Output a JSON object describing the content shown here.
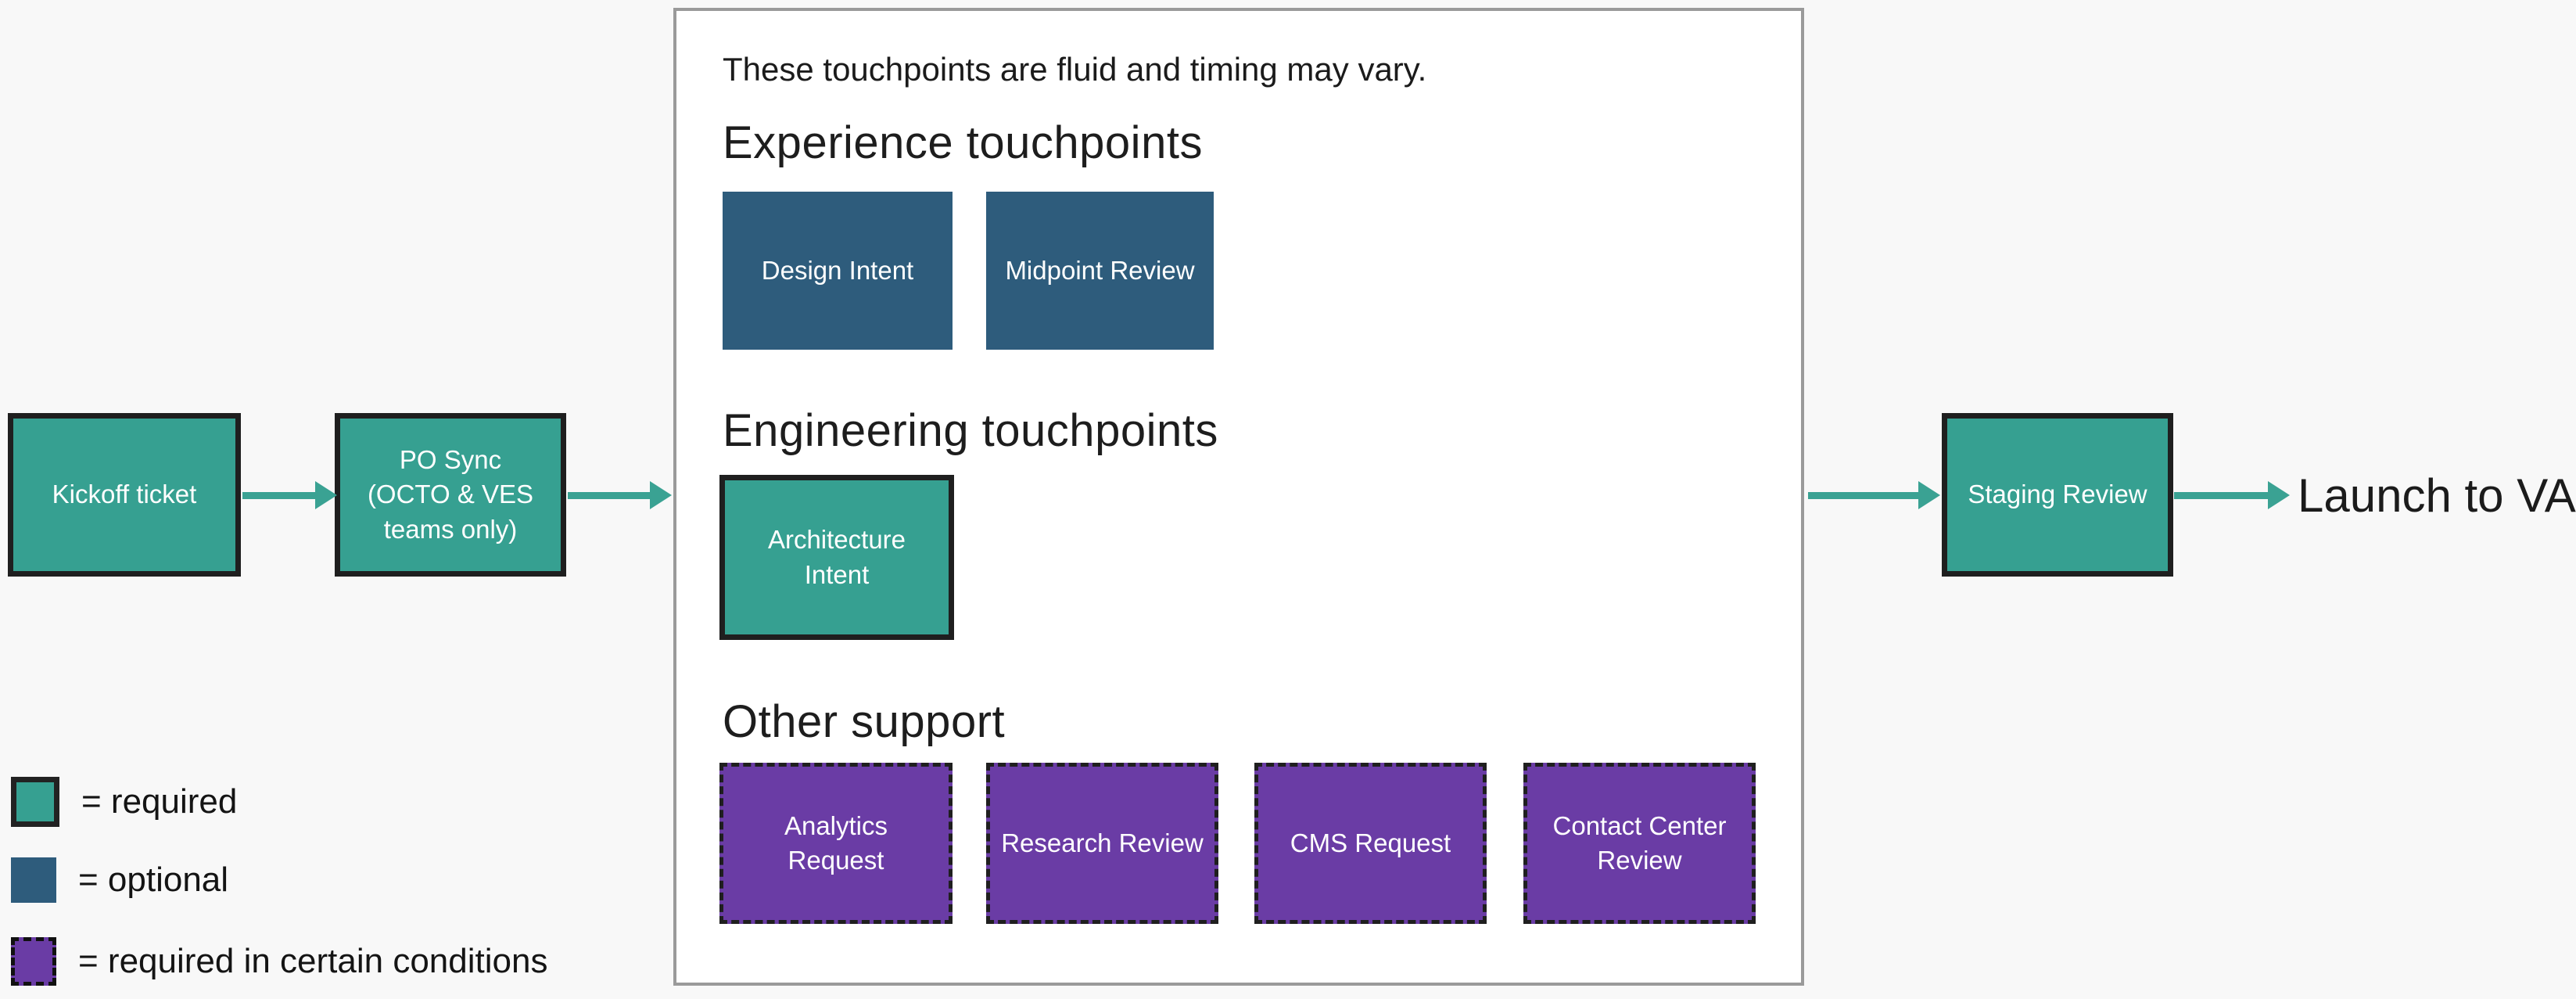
{
  "colors": {
    "required": "#36a091",
    "optional": "#2e5c7c",
    "conditional": "#6a3ca5",
    "arrow": "#3aa293",
    "border_dark": "#1f1f1f",
    "panel_border": "#9a9a9a",
    "background": "#f8f8f8",
    "text": "#1b1b1b"
  },
  "panel": {
    "note": "These touchpoints are fluid and timing may vary.",
    "sections": [
      {
        "heading": "Experience touchpoints",
        "boxes": [
          {
            "label": "Design Intent",
            "status": "optional"
          },
          {
            "label": "Midpoint Review",
            "status": "optional"
          }
        ]
      },
      {
        "heading": "Engineering touchpoints",
        "boxes": [
          {
            "label": "Architecture\nIntent",
            "status": "required"
          }
        ]
      },
      {
        "heading": "Other support",
        "boxes": [
          {
            "label": "Analytics\nRequest",
            "status": "required in certain conditions"
          },
          {
            "label": "Research Review",
            "status": "required in certain conditions"
          },
          {
            "label": "CMS Request",
            "status": "required in certain conditions"
          },
          {
            "label": "Contact Center\nReview",
            "status": "required in certain conditions"
          }
        ]
      }
    ]
  },
  "flow": {
    "start": {
      "label": "Kickoff ticket",
      "status": "required"
    },
    "po_sync": {
      "label": "PO Sync\n(OCTO & VES\nteams only)",
      "status": "required"
    },
    "staging": {
      "label": "Staging Review",
      "status": "required"
    },
    "endpoint_label": "Launch to VA"
  },
  "legend": {
    "items": [
      {
        "label": "= required",
        "status": "required"
      },
      {
        "label": "= optional",
        "status": "optional"
      },
      {
        "label": "= required in certain conditions",
        "status": "conditional"
      }
    ]
  }
}
